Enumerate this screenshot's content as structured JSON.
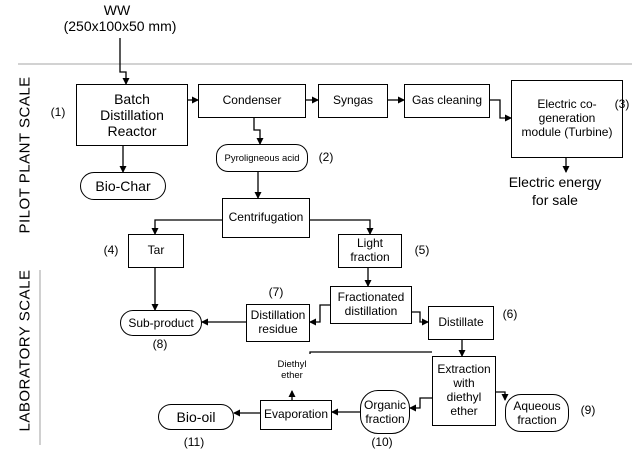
{
  "input": {
    "name": "WW",
    "dims": "(250x100x50 mm)"
  },
  "scales": {
    "pilot": "PILOT PLANT SCALE",
    "lab": "LABORATORY SCALE"
  },
  "nodes": {
    "batch_reactor": "Batch Distillation Reactor",
    "condenser": "Condenser",
    "syngas": "Syngas",
    "gas_cleaning": "Gas cleaning",
    "cogeneration": "Electric co-generation module (Turbine)",
    "biochar": "Bio-Char",
    "pyroligneous": "Pyroligneous acid",
    "electric_energy": "Electric energy for sale",
    "centrifugation": "Centrifugation",
    "tar": "Tar",
    "light_fraction": "Light fraction",
    "fractionated": "Fractionated distillation",
    "distillation_residue": "Distillation residue",
    "subproduct": "Sub-product",
    "distillate": "Distillate",
    "extraction": "Extraction with diethyl ether",
    "diethyl_ether": "Diethyl ether",
    "evaporation": "Evaporation",
    "organic_fraction": "Organic fraction",
    "aqueous_fraction": "Aqueous fraction",
    "biooil": "Bio-oil"
  },
  "numbers": {
    "n1": "(1)",
    "n2": "(2)",
    "n3": "(3)",
    "n4": "(4)",
    "n5": "(5)",
    "n6": "(6)",
    "n7": "(7)",
    "n8": "(8)",
    "n9": "(9)",
    "n10": "(10)",
    "n11": "(11)"
  }
}
